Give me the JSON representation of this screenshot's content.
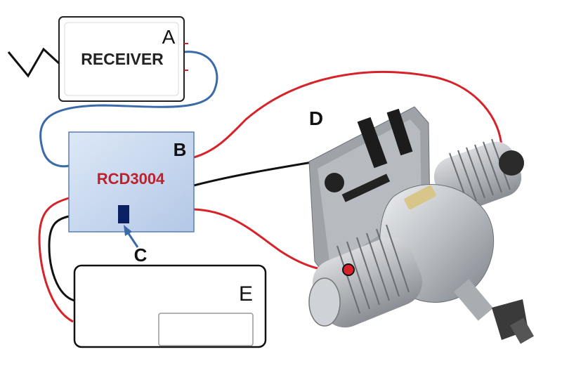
{
  "receiver": {
    "letter": "A",
    "text": "RECEIVER"
  },
  "controller": {
    "letter": "B",
    "model": "RCD3004"
  },
  "indicator": {
    "letter": "C"
  },
  "engine": {
    "letter": "D"
  },
  "battery": {
    "letter": "E"
  },
  "colors": {
    "wire_red": "#d8222a",
    "wire_blue": "#3a6aa8",
    "wire_black": "#111111",
    "box_fill": "#c9d9f0",
    "model_text": "#c0202a",
    "led": "#0b1f63"
  }
}
